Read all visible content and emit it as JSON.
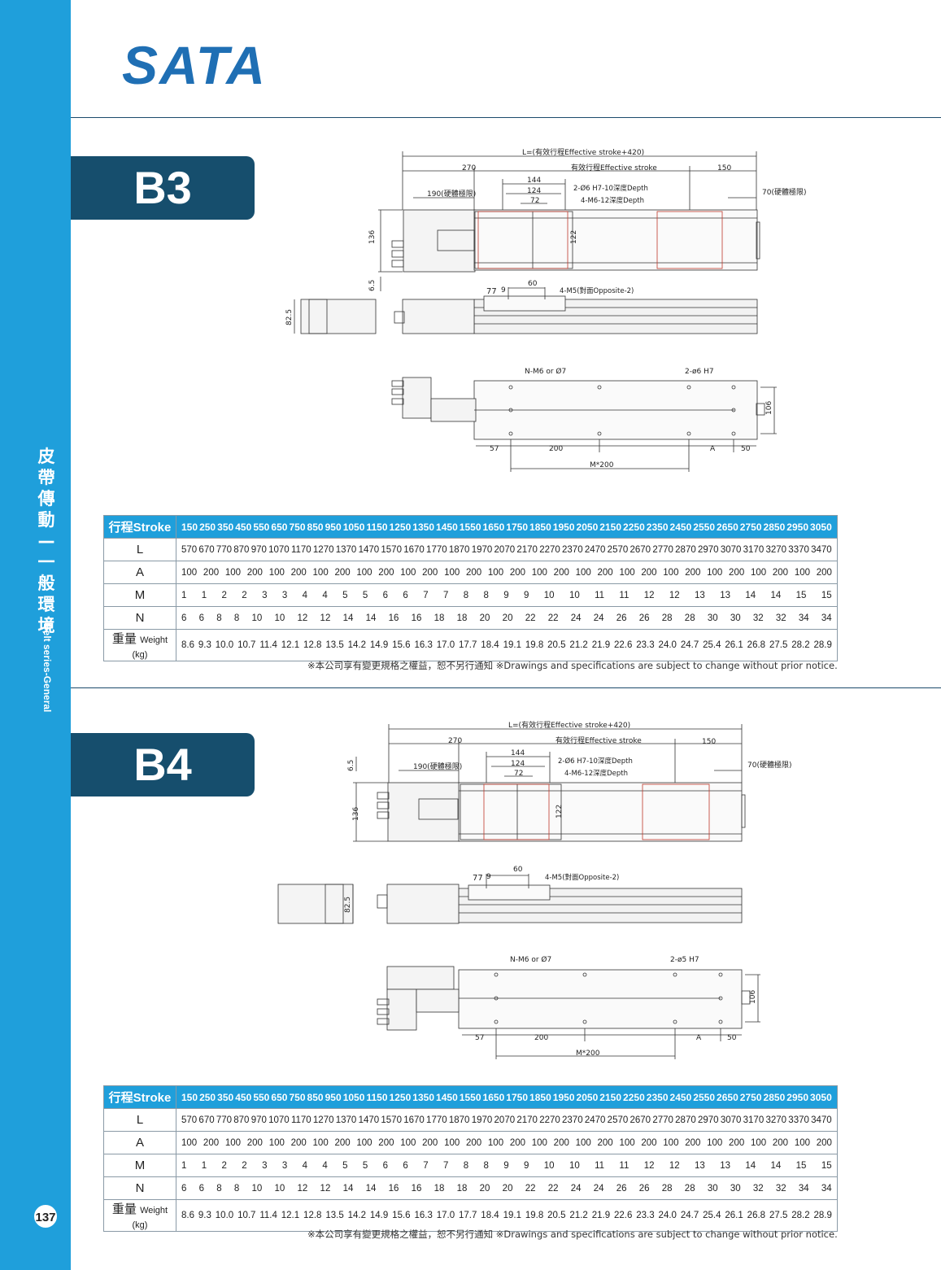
{
  "brand": {
    "logo_text": "SATA"
  },
  "sidebar": {
    "category_cn": "皮帶傳動—一般環境",
    "category_en": "Belt series-General",
    "page_number": "137"
  },
  "sections": [
    {
      "model": "B3",
      "drawing_labels": {
        "total_length": "L=(有效行程Effective stroke+420)",
        "left_270": "270",
        "effective_stroke": "有效行程Effective stroke",
        "right_150": "150",
        "d144": "144",
        "d124": "124",
        "d72": "72",
        "hard_limit_left": "190(硬體極限)",
        "hard_limit_right": "70(硬體極限)",
        "pin_hole": "2-Ø6 H7-10深度Depth",
        "tap_hole": "4-M6-12深度Depth",
        "height_136": "136",
        "height_122": "122",
        "d6_5": "6.5",
        "d60": "60",
        "d77": "77",
        "d9": "9",
        "m5_holes": "4-M5(對面Opposite-2)",
        "d82_5": "82.5",
        "n_holes": "N-M6 or Ø7",
        "pin2": "2-ø6 H7",
        "d106": "106",
        "d57": "57",
        "d200": "200",
        "dA": "A",
        "d50": "50",
        "m200": "M*200"
      },
      "table": {
        "header_label": "行程Stroke",
        "stroke": [
          "150",
          "250",
          "350",
          "450",
          "550",
          "650",
          "750",
          "850",
          "950",
          "1050",
          "1150",
          "1250",
          "1350",
          "1450",
          "1550",
          "1650",
          "1750",
          "1850",
          "1950",
          "2050",
          "2150",
          "2250",
          "2350",
          "2450",
          "2550",
          "2650",
          "2750",
          "2850",
          "2950",
          "3050"
        ],
        "rows": [
          {
            "label": "L",
            "values": [
              "570",
              "670",
              "770",
              "870",
              "970",
              "1070",
              "1170",
              "1270",
              "1370",
              "1470",
              "1570",
              "1670",
              "1770",
              "1870",
              "1970",
              "2070",
              "2170",
              "2270",
              "2370",
              "2470",
              "2570",
              "2670",
              "2770",
              "2870",
              "2970",
              "3070",
              "3170",
              "3270",
              "3370",
              "3470"
            ]
          },
          {
            "label": "A",
            "values": [
              "100",
              "200",
              "100",
              "200",
              "100",
              "200",
              "100",
              "200",
              "100",
              "200",
              "100",
              "200",
              "100",
              "200",
              "100",
              "200",
              "100",
              "200",
              "100",
              "200",
              "100",
              "200",
              "100",
              "200",
              "100",
              "200",
              "100",
              "200",
              "100",
              "200"
            ]
          },
          {
            "label": "M",
            "values": [
              "1",
              "1",
              "2",
              "2",
              "3",
              "3",
              "4",
              "4",
              "5",
              "5",
              "6",
              "6",
              "7",
              "7",
              "8",
              "8",
              "9",
              "9",
              "10",
              "10",
              "11",
              "11",
              "12",
              "12",
              "13",
              "13",
              "14",
              "14",
              "15",
              "15"
            ]
          },
          {
            "label": "N",
            "values": [
              "6",
              "6",
              "8",
              "8",
              "10",
              "10",
              "12",
              "12",
              "14",
              "14",
              "16",
              "16",
              "18",
              "18",
              "20",
              "20",
              "22",
              "22",
              "24",
              "24",
              "26",
              "26",
              "28",
              "28",
              "30",
              "30",
              "32",
              "32",
              "34",
              "34"
            ]
          }
        ],
        "weight_label_cn": "重量",
        "weight_label_en": "Weight (kg)",
        "weight": [
          "8.6",
          "9.3",
          "10.0",
          "10.7",
          "11.4",
          "12.1",
          "12.8",
          "13.5",
          "14.2",
          "14.9",
          "15.6",
          "16.3",
          "17.0",
          "17.7",
          "18.4",
          "19.1",
          "19.8",
          "20.5",
          "21.2",
          "21.9",
          "22.6",
          "23.3",
          "24.0",
          "24.7",
          "25.4",
          "26.1",
          "26.8",
          "27.5",
          "28.2",
          "28.9"
        ]
      },
      "note": "※本公司享有變更規格之權益，恕不另行通知 ※Drawings and specifications are subject to change without prior notice."
    },
    {
      "model": "B4",
      "drawing_labels": {
        "total_length": "L=(有效行程Effective stroke+420)",
        "left_270": "270",
        "effective_stroke": "有效行程Effective stroke",
        "right_150": "150",
        "d144": "144",
        "d124": "124",
        "d72": "72",
        "hard_limit_left": "190(硬體極限)",
        "hard_limit_right": "70(硬體極限)",
        "pin_hole": "2-Ø6 H7-10深度Depth",
        "tap_hole": "4-M6-12深度Depth",
        "height_136": "136",
        "height_122": "122",
        "d6_5": "6.5",
        "d60": "60",
        "d77": "77",
        "d9": "9",
        "m5_holes": "4-M5(對面Opposite-2)",
        "d82_5": "82.5",
        "n_holes": "N-M6 or Ø7",
        "pin2": "2-ø5 H7",
        "d106": "106",
        "d57": "57",
        "d200": "200",
        "dA": "A",
        "d50": "50",
        "m200": "M*200"
      },
      "table": {
        "header_label": "行程Stroke",
        "stroke": [
          "150",
          "250",
          "350",
          "450",
          "550",
          "650",
          "750",
          "850",
          "950",
          "1050",
          "1150",
          "1250",
          "1350",
          "1450",
          "1550",
          "1650",
          "1750",
          "1850",
          "1950",
          "2050",
          "2150",
          "2250",
          "2350",
          "2450",
          "2550",
          "2650",
          "2750",
          "2850",
          "2950",
          "3050"
        ],
        "rows": [
          {
            "label": "L",
            "values": [
              "570",
              "670",
              "770",
              "870",
              "970",
              "1070",
              "1170",
              "1270",
              "1370",
              "1470",
              "1570",
              "1670",
              "1770",
              "1870",
              "1970",
              "2070",
              "2170",
              "2270",
              "2370",
              "2470",
              "2570",
              "2670",
              "2770",
              "2870",
              "2970",
              "3070",
              "3170",
              "3270",
              "3370",
              "3470"
            ]
          },
          {
            "label": "A",
            "values": [
              "100",
              "200",
              "100",
              "200",
              "100",
              "200",
              "100",
              "200",
              "100",
              "200",
              "100",
              "200",
              "100",
              "200",
              "100",
              "200",
              "100",
              "200",
              "100",
              "200",
              "100",
              "200",
              "100",
              "200",
              "100",
              "200",
              "100",
              "200",
              "100",
              "200"
            ]
          },
          {
            "label": "M",
            "values": [
              "1",
              "1",
              "2",
              "2",
              "3",
              "3",
              "4",
              "4",
              "5",
              "5",
              "6",
              "6",
              "7",
              "7",
              "8",
              "8",
              "9",
              "9",
              "10",
              "10",
              "11",
              "11",
              "12",
              "12",
              "13",
              "13",
              "14",
              "14",
              "15",
              "15"
            ]
          },
          {
            "label": "N",
            "values": [
              "6",
              "6",
              "8",
              "8",
              "10",
              "10",
              "12",
              "12",
              "14",
              "14",
              "16",
              "16",
              "18",
              "18",
              "20",
              "20",
              "22",
              "22",
              "24",
              "24",
              "26",
              "26",
              "28",
              "28",
              "30",
              "30",
              "32",
              "32",
              "34",
              "34"
            ]
          }
        ],
        "weight_label_cn": "重量",
        "weight_label_en": "Weight (kg)",
        "weight": [
          "8.6",
          "9.3",
          "10.0",
          "10.7",
          "11.4",
          "12.1",
          "12.8",
          "13.5",
          "14.2",
          "14.9",
          "15.6",
          "16.3",
          "17.0",
          "17.7",
          "18.4",
          "19.1",
          "19.8",
          "20.5",
          "21.2",
          "21.9",
          "22.6",
          "23.3",
          "24.0",
          "24.7",
          "25.4",
          "26.1",
          "26.8",
          "27.5",
          "28.2",
          "28.9"
        ]
      },
      "note": "※本公司享有變更規格之權益，恕不另行通知 ※Drawings and specifications are subject to change without prior notice."
    }
  ]
}
